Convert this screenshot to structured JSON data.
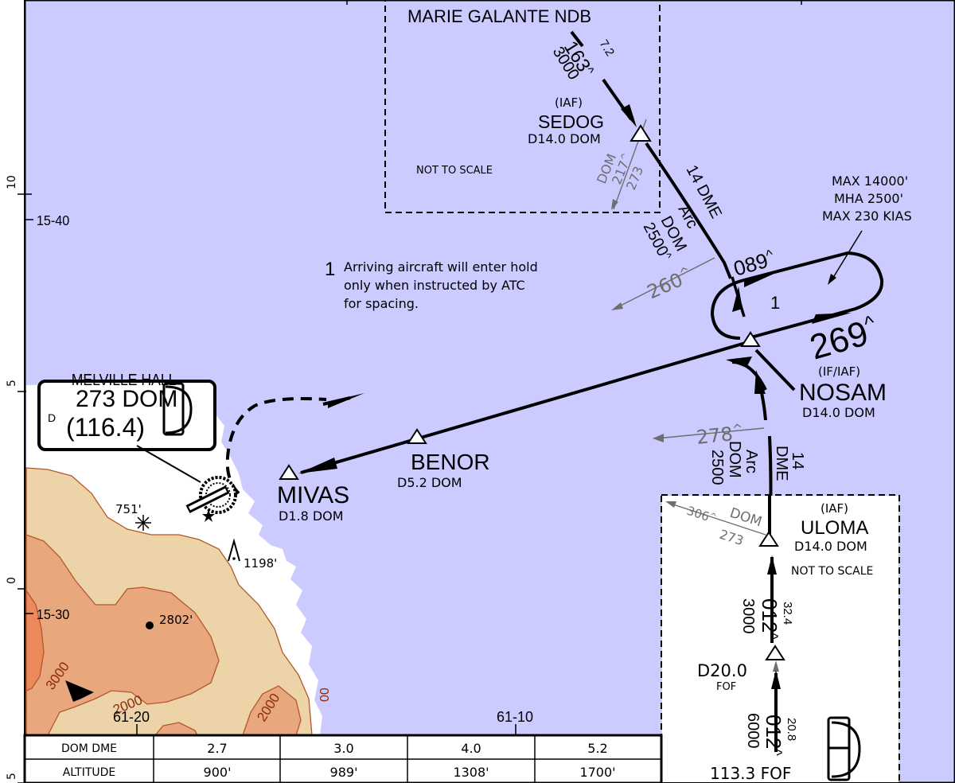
{
  "colors": {
    "water": "#cccbff",
    "land": "#ffffff",
    "terrain_low": "#ecd4a8",
    "terrain_mid": "#e9a77e",
    "terrain_high": "#ec8a5c",
    "contour": "#b5562c"
  },
  "inset_nw": {
    "title": "MARIE GALANTE NDB",
    "course": "163",
    "course_mark": "^",
    "distance": "7.2",
    "altitude": "3000",
    "fix_role": "(IAF)",
    "fix_name": "SEDOG",
    "fix_distance": "D14.0 DOM",
    "scale_note": "NOT TO SCALE",
    "radial_station": "DOM",
    "radial_value": "217",
    "radial_mark": "^",
    "radial_reciprocal": "273"
  },
  "inset_se": {
    "fix_role": "(IAF)",
    "fix_name": "ULOMA",
    "fix_distance": "D14.0 DOM",
    "scale_note": "NOT TO SCALE",
    "radial_value": "306",
    "radial_mark": "^",
    "radial_station": "DOM",
    "radial_reciprocal": "273",
    "leg1_course": "012",
    "leg1_mark": "^",
    "leg1_distance": "32.4",
    "leg1_altitude": "3000",
    "fix_dme": "D20.0",
    "fix_dme_station": "FOF",
    "leg2_course": "012",
    "leg2_mark": "^",
    "leg2_distance": "20.8",
    "leg2_altitude": "6000",
    "navaid": "113.3 FOF"
  },
  "arc_north": {
    "label_line1": "14 DME",
    "label_line2": "Arc",
    "label_line3": "DOM",
    "label_line4": "2500",
    "label_mark": "^"
  },
  "arc_south": {
    "label_line1": "14",
    "label_line2": "DME",
    "label_line3": "Arc",
    "label_line4": "DOM",
    "label_line5": "2500"
  },
  "holding": {
    "max_alt": "MAX 14000'",
    "mha": "MHA 2500'",
    "max_speed": "MAX 230 KIAS",
    "inbound_course": "269",
    "inbound_mark": "^",
    "outbound_course": "089",
    "outbound_mark": "^",
    "note_ref": "1"
  },
  "note": {
    "number": "1",
    "line1": "Arriving aircraft will enter hold",
    "line2": "only when instructed by ATC",
    "line3": "for spacing."
  },
  "radials": {
    "r260": "260",
    "r260_mark": "^",
    "r278": "278",
    "r278_mark": "^"
  },
  "fixes": {
    "nosam_role": "(IF/IAF)",
    "nosam_name": "NOSAM",
    "nosam_distance": "D14.0 DOM",
    "benor_name": "BENOR",
    "benor_distance": "D5.2 DOM",
    "mivas_name": "MIVAS",
    "mivas_distance": "D1.8 DOM"
  },
  "navaid_box": {
    "name": "MELVILLE HALL",
    "course": "273 DOM",
    "frequency": "(116.4)",
    "prefix": "D"
  },
  "terrain": {
    "peak_751": "751'",
    "peak_1198": "1198'",
    "peak_2802": "2802'",
    "contour_3000": "3000",
    "contour_2000a": "2000",
    "contour_2000b": "2000",
    "contour_00": "00"
  },
  "grid": {
    "lat_1540": "15-40",
    "lat_1530": "15-30",
    "lon_6120": "61-20",
    "lon_6110": "61-10",
    "scale_10": "10",
    "scale_5": "5",
    "scale_0": "0",
    "scale_5b": "5"
  },
  "dme_table": {
    "row_headers": [
      "DOM DME",
      "ALTITUDE"
    ],
    "dme": [
      "2.7",
      "3.0",
      "4.0",
      "5.2"
    ],
    "altitude": [
      "900'",
      "989'",
      "1308'",
      "1700'"
    ]
  }
}
